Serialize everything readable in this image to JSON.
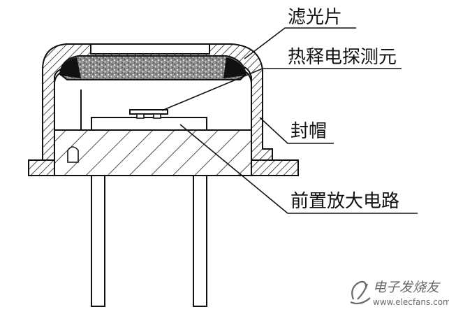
{
  "labels": {
    "filter": "滤光片",
    "pyro_element": "热释电探测元",
    "cap": "封帽",
    "preamp": "前置放大电路"
  },
  "watermark": {
    "brand": "电子发烧友",
    "url": "www.elecfans.com"
  },
  "colors": {
    "line": "#111111",
    "background": "#ffffff",
    "watermark": "#6a6a6a"
  }
}
